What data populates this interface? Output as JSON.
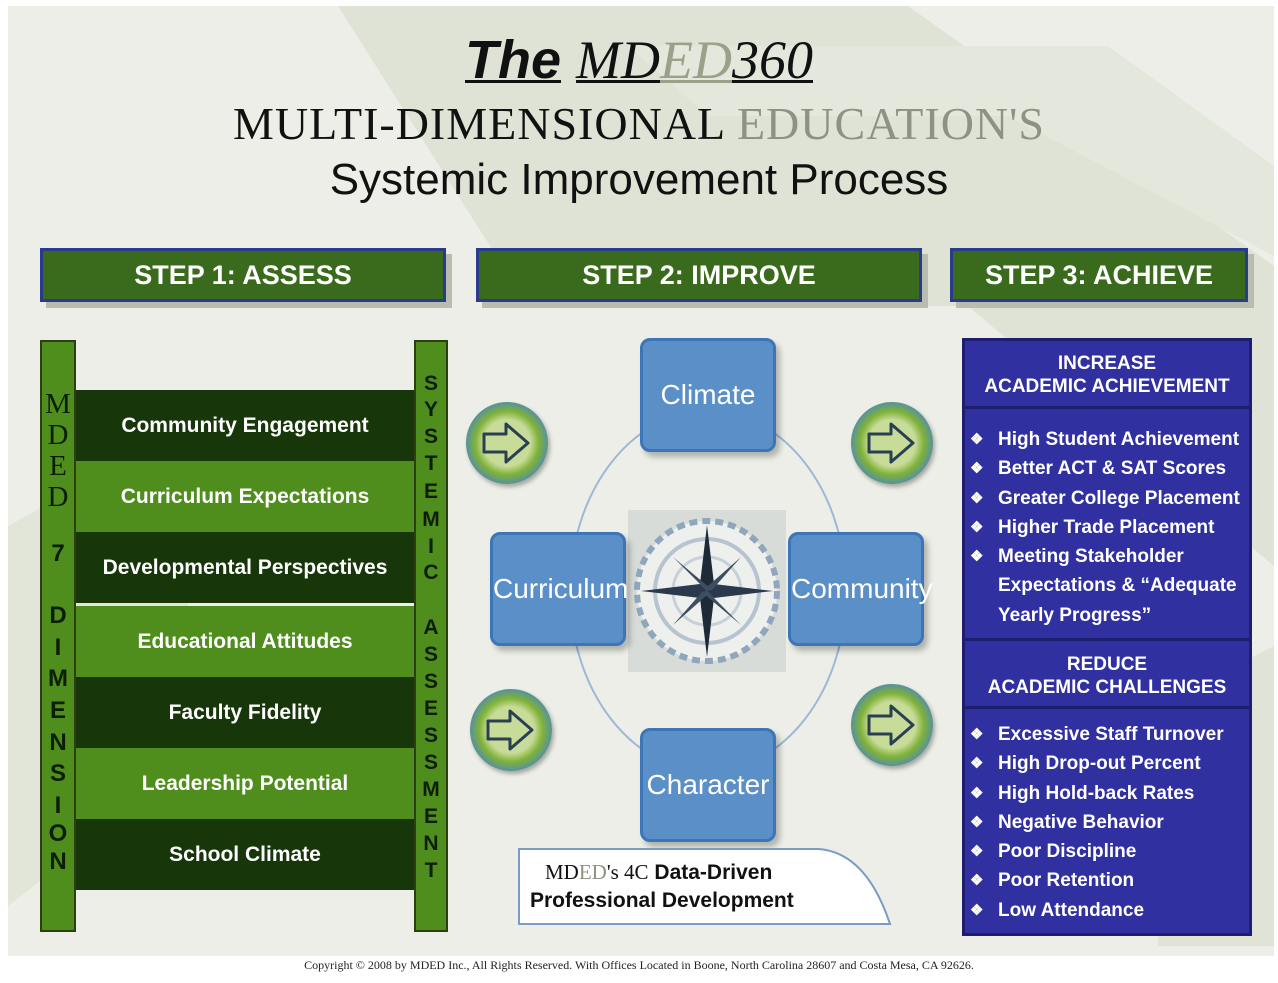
{
  "title": {
    "line1_the": "The",
    "line1_md": "MD",
    "line1_ed": "ED",
    "line1_360": "360",
    "line2_a": "MULTI-DIMENSIONAL",
    "line2_b": "EDUCATION'S",
    "line3": "Systemic Improvement Process"
  },
  "steps": {
    "step1": "STEP 1: ASSESS",
    "step2": "STEP 2: IMPROVE",
    "step3": "STEP 3: ACHIEVE"
  },
  "step1": {
    "left_letters": [
      "M",
      "D",
      "E",
      "D",
      "7",
      "D",
      "I",
      "M",
      "E",
      "N",
      "S",
      "I",
      "O",
      "N"
    ],
    "right_letters": [
      "S",
      "Y",
      "S",
      "T",
      "E",
      "M",
      "I",
      "C",
      "A",
      "S",
      "S",
      "E",
      "S",
      "S",
      "M",
      "E",
      "N",
      "T"
    ],
    "dimensions": [
      "Community Engagement",
      "Curriculum Expectations",
      "Developmental Perspectives",
      "Educational Attitudes",
      "Faculty Fidelity",
      "Leadership Potential",
      "School Climate"
    ]
  },
  "step2": {
    "climate": "Climate",
    "curriculum": "Curriculum",
    "community": "Community",
    "character": "Character",
    "pd_md": "MD",
    "pd_ed": "ED",
    "pd_s4c": "'s 4C",
    "pd_rest": " Data-Driven",
    "pd_line2": "Professional Development"
  },
  "step3": {
    "increase_header": [
      "INCREASE",
      "ACADEMIC ACHIEVEMENT"
    ],
    "increase_items": [
      "High Student Achievement",
      "Better ACT & SAT Scores",
      "Greater College Placement",
      "Higher Trade Placement",
      "Meeting Stakeholder",
      "Expectations & “Adequate",
      "Yearly Progress”"
    ],
    "reduce_header": [
      "REDUCE",
      "ACADEMIC CHALLENGES"
    ],
    "reduce_items": [
      "Excessive Staff Turnover",
      "High Drop-out Percent",
      "High Hold-back Rates",
      "Negative Behavior",
      "Poor Discipline",
      "Poor Retention",
      "Low Attendance"
    ],
    "bullet_glyph": "❖"
  },
  "copyright": "Copyright © 2008 by MDED Inc., All Rights Reserved. With Offices Located in Boone, North Carolina 28607 and Costa Mesa, CA 92626.",
  "colors": {
    "green_dark": "#17360a",
    "green_light": "#4f8e1d",
    "header_green": "#3a6b1c",
    "blue_box": "#5b8fc8",
    "panel_blue": "#3030a0"
  }
}
